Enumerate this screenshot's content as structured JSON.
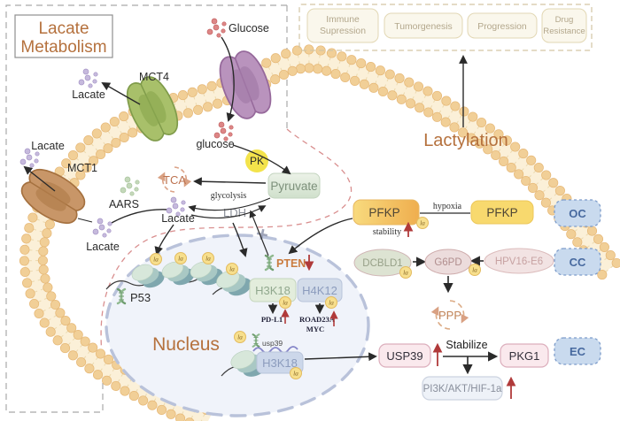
{
  "title": {
    "line1": "Lacate",
    "line2": "Metabolism"
  },
  "outcomes": {
    "items": [
      [
        "Immune",
        "Supression"
      ],
      [
        "Tumorgenesis"
      ],
      [
        "Progression"
      ],
      [
        "Drug",
        "Resistance"
      ]
    ]
  },
  "labels": {
    "lactylation": "Lactylation",
    "glucose_out": "Glucose",
    "glucose_in": "glucose",
    "pk": "PK",
    "pyruvate": "Pyruvate",
    "tca": "TCA",
    "glycolysis": "glycolysis",
    "ldh": "LDH",
    "lactate_top": "Lacate",
    "lactate_out_left": "Lacate",
    "lactate_import": "Lacate",
    "lactate_cyto": "Lacate",
    "mct4": "MCT4",
    "mct1": "MCT1",
    "aars": "AARS",
    "nucleus": "Nucleus",
    "p53": "P53",
    "pten": "PTEN",
    "h3k18": "H3K18",
    "h4k12": "H4K12",
    "pdl1": "PD-L1",
    "road23a": "ROAD23A",
    "myc": "MYC",
    "usp39_small": "usp39",
    "h3k18_b": "H3K18",
    "la": "la",
    "pfkp_a": "PFKP",
    "pfkp_b": "PFKP",
    "hypoxia": "hypoxia",
    "stability": "stability",
    "oc": "OC",
    "dcbld1": "DCBLD1",
    "g6pd": "G6PD",
    "hpv16e6": "HPV16-E6",
    "cc": "CC",
    "ppp": "PPP",
    "usp39": "USP39",
    "stabilize": "Stabilize",
    "pkg1": "PKG1",
    "ec": "EC",
    "pi3k": "PI3K/AKT/HIF-1a"
  },
  "colors": {
    "accent_brown": "#b5713d",
    "red_arrow": "#b03a3a",
    "membrane_bead": "#f1cf97",
    "membrane_band": "#fbf0d8",
    "nucleus_fill": "#f0f3fa",
    "nucleus_border": "#b9c2da",
    "la_badge_fill": "#f7df8d",
    "la_badge_stroke": "#e3bb5f",
    "mct4_green": "#a8c06a",
    "mct1_brown": "#c89668",
    "glucose_channel_purple": "#b993bd",
    "pfkp_yellow": "#f0b052",
    "blue_tag_fill": "#c9daee",
    "blue_tag_stroke": "#7d9cca",
    "pink_box_fill": "#fae9ed",
    "outcome_fill": "#faf7ec",
    "outcome_text": "#b3a78c",
    "pten_orange": "#ca7b3e",
    "dashed_region_gray": "#a9a9a9",
    "dashed_region_pink": "#d98f8f"
  }
}
